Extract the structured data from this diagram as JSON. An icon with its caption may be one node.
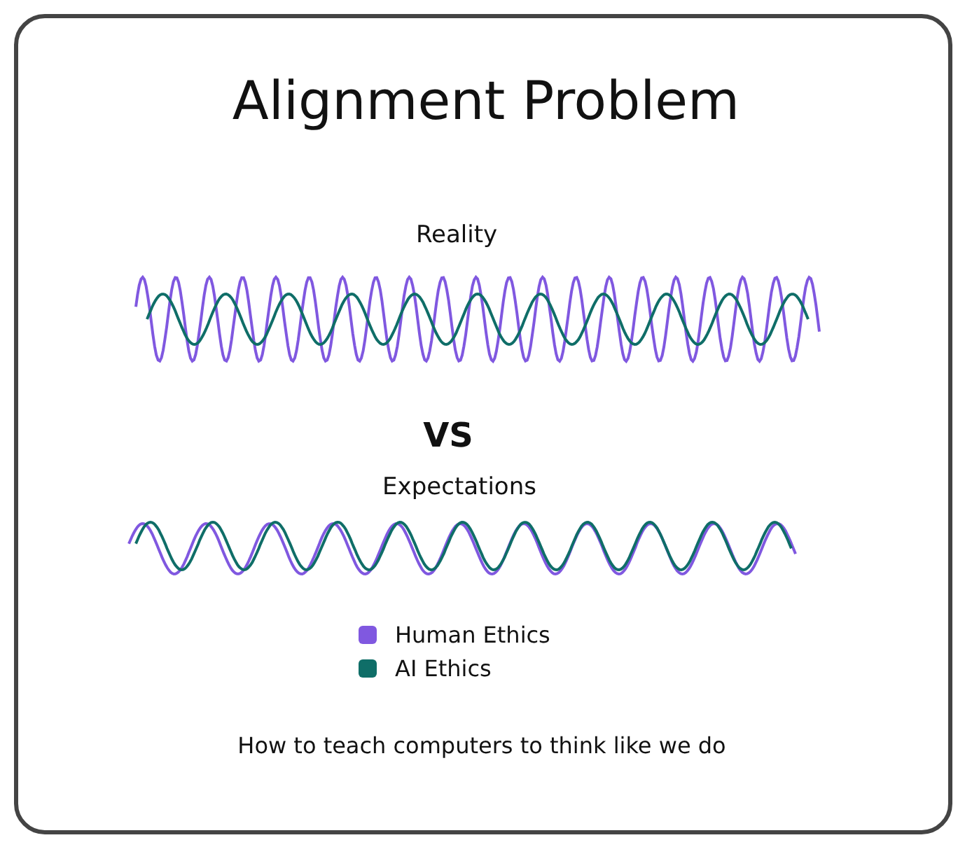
{
  "diagram": {
    "title": "Alignment Problem",
    "caption": "How to teach computers to think like we do",
    "labels": [
      "Reality",
      "VS",
      "Expectations"
    ],
    "legend": [
      {
        "text": "Human Ethics",
        "color": "#8058e0"
      },
      {
        "text": "AI Ethics",
        "color": "#0f6e68"
      }
    ]
  }
}
